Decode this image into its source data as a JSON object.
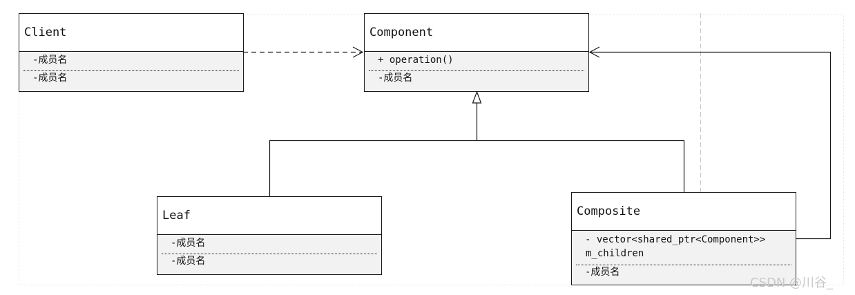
{
  "classes": {
    "client": {
      "name": "Client",
      "attr1": "-成员名",
      "attr2": "-成员名"
    },
    "component": {
      "name": "Component",
      "operation": "+ operation()",
      "attr": "-成员名"
    },
    "leaf": {
      "name": "Leaf",
      "attr1": "-成员名",
      "attr2": "-成员名"
    },
    "composite": {
      "name": "Composite",
      "field_line1": "- vector<shared_ptr<Component>>",
      "field_line2": "m_children",
      "attr": "-成员名"
    }
  },
  "relationships": [
    {
      "type": "dependency",
      "from": "Client",
      "to": "Component"
    },
    {
      "type": "generalization",
      "from": "Leaf",
      "to": "Component"
    },
    {
      "type": "generalization",
      "from": "Composite",
      "to": "Component"
    },
    {
      "type": "aggregation",
      "from": "Composite",
      "to": "Component"
    }
  ],
  "watermark": "CSDN @川谷_"
}
